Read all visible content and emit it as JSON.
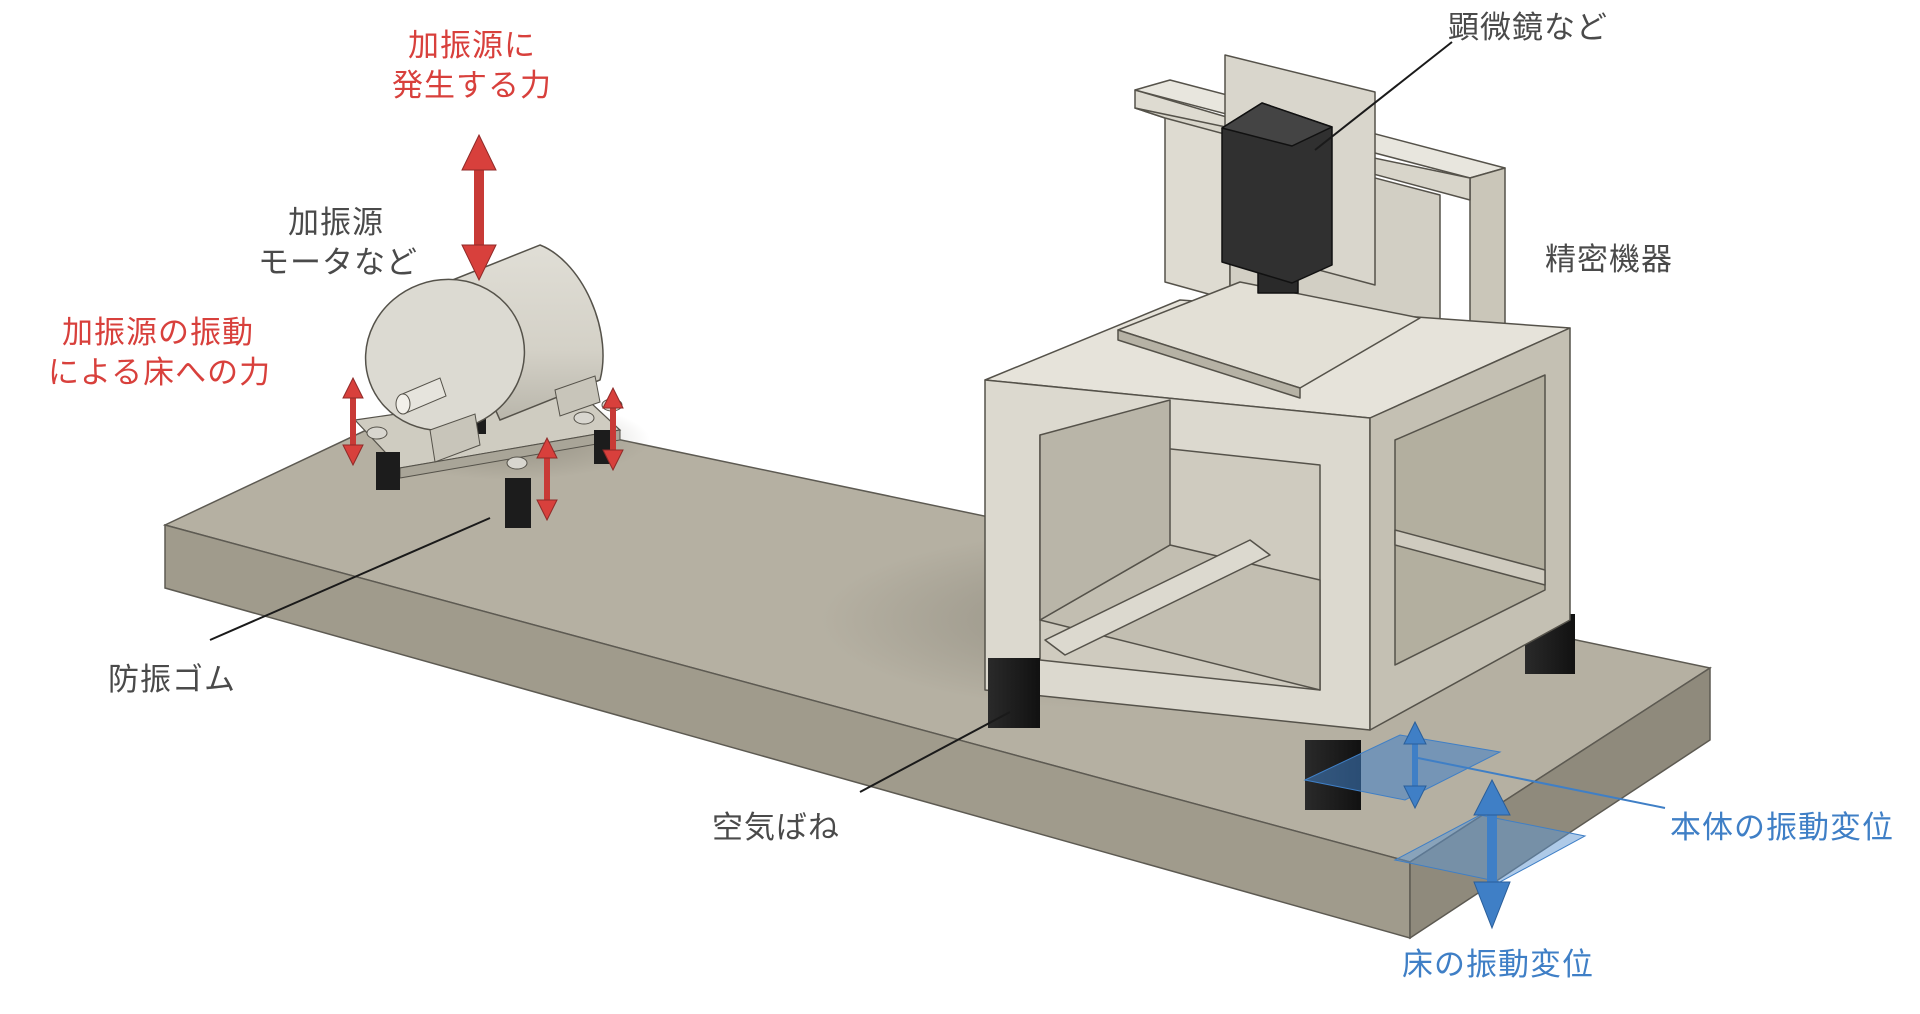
{
  "labels": {
    "force_top_line1": "加振源に",
    "force_top_line2": "発生する力",
    "motor_line1": "加振源",
    "motor_line2": "モータなど",
    "floor_force_line1": "加振源の振動",
    "floor_force_line2": "による床への力",
    "rubber": "防振ゴム",
    "air_spring": "空気ばね",
    "microscope": "顕微鏡など",
    "precision": "精密機器",
    "body_disp": "本体の振動変位",
    "floor_disp": "床の振動変位"
  },
  "colors": {
    "force_red": "#d8403c",
    "displacement_blue": "#3f7fc6",
    "label_gray": "#4a4a4a",
    "concrete_top": "#b4afa1",
    "concrete_front": "#9d9889",
    "frame_light": "#e3e0d6",
    "frame_mid": "#ccc8bb",
    "rubber_black": "#1c1c1c"
  }
}
